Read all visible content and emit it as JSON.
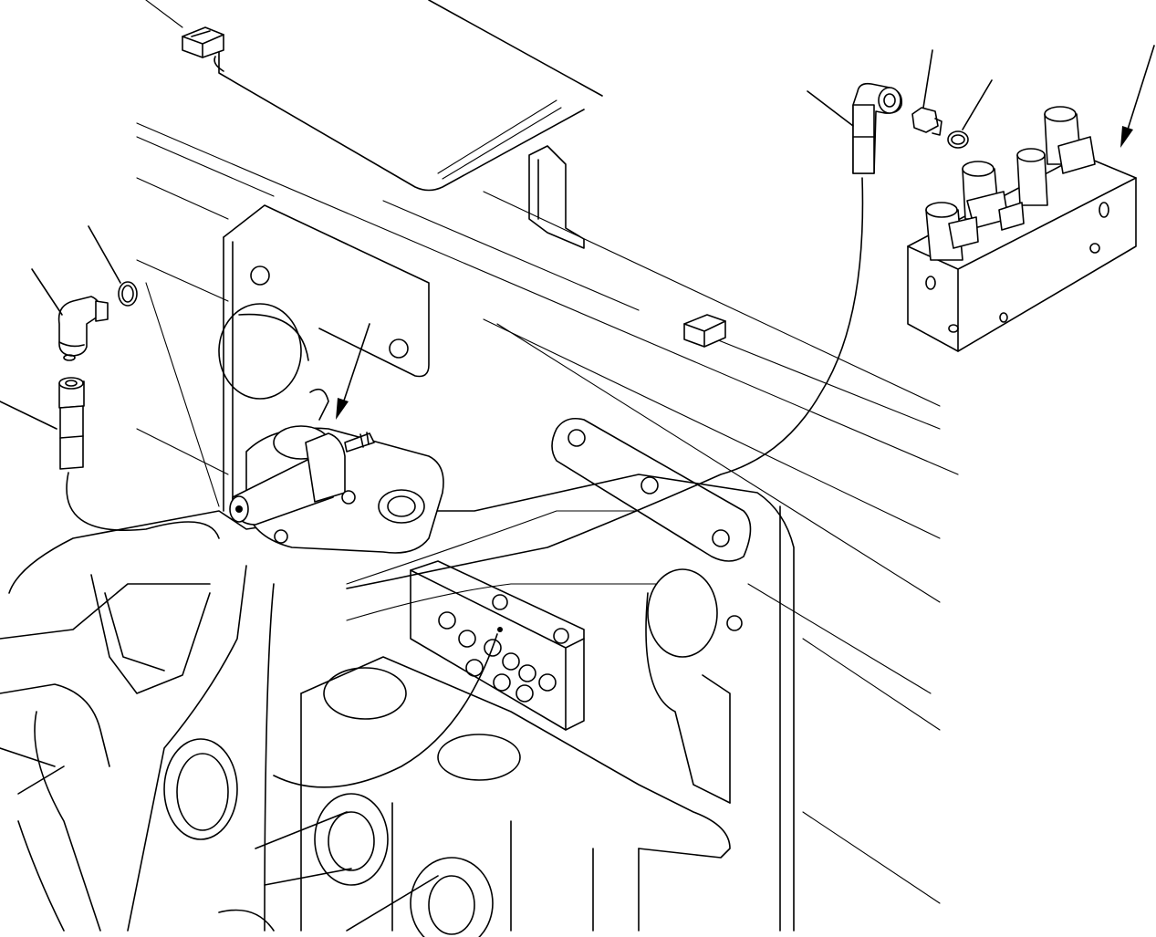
{
  "diagram": {
    "background": "#ffffff",
    "line_color": "#000000",
    "callouts": [
      {
        "name": "hose-callout"
      },
      {
        "name": "elbow-fitting-callout"
      },
      {
        "name": "o-ring-left-callout"
      },
      {
        "name": "pressure-sensor-callout"
      },
      {
        "name": "elbow-fitting-right-callout"
      },
      {
        "name": "adapter-callout"
      },
      {
        "name": "o-ring-right-callout"
      },
      {
        "name": "valve-block-callout"
      }
    ]
  }
}
